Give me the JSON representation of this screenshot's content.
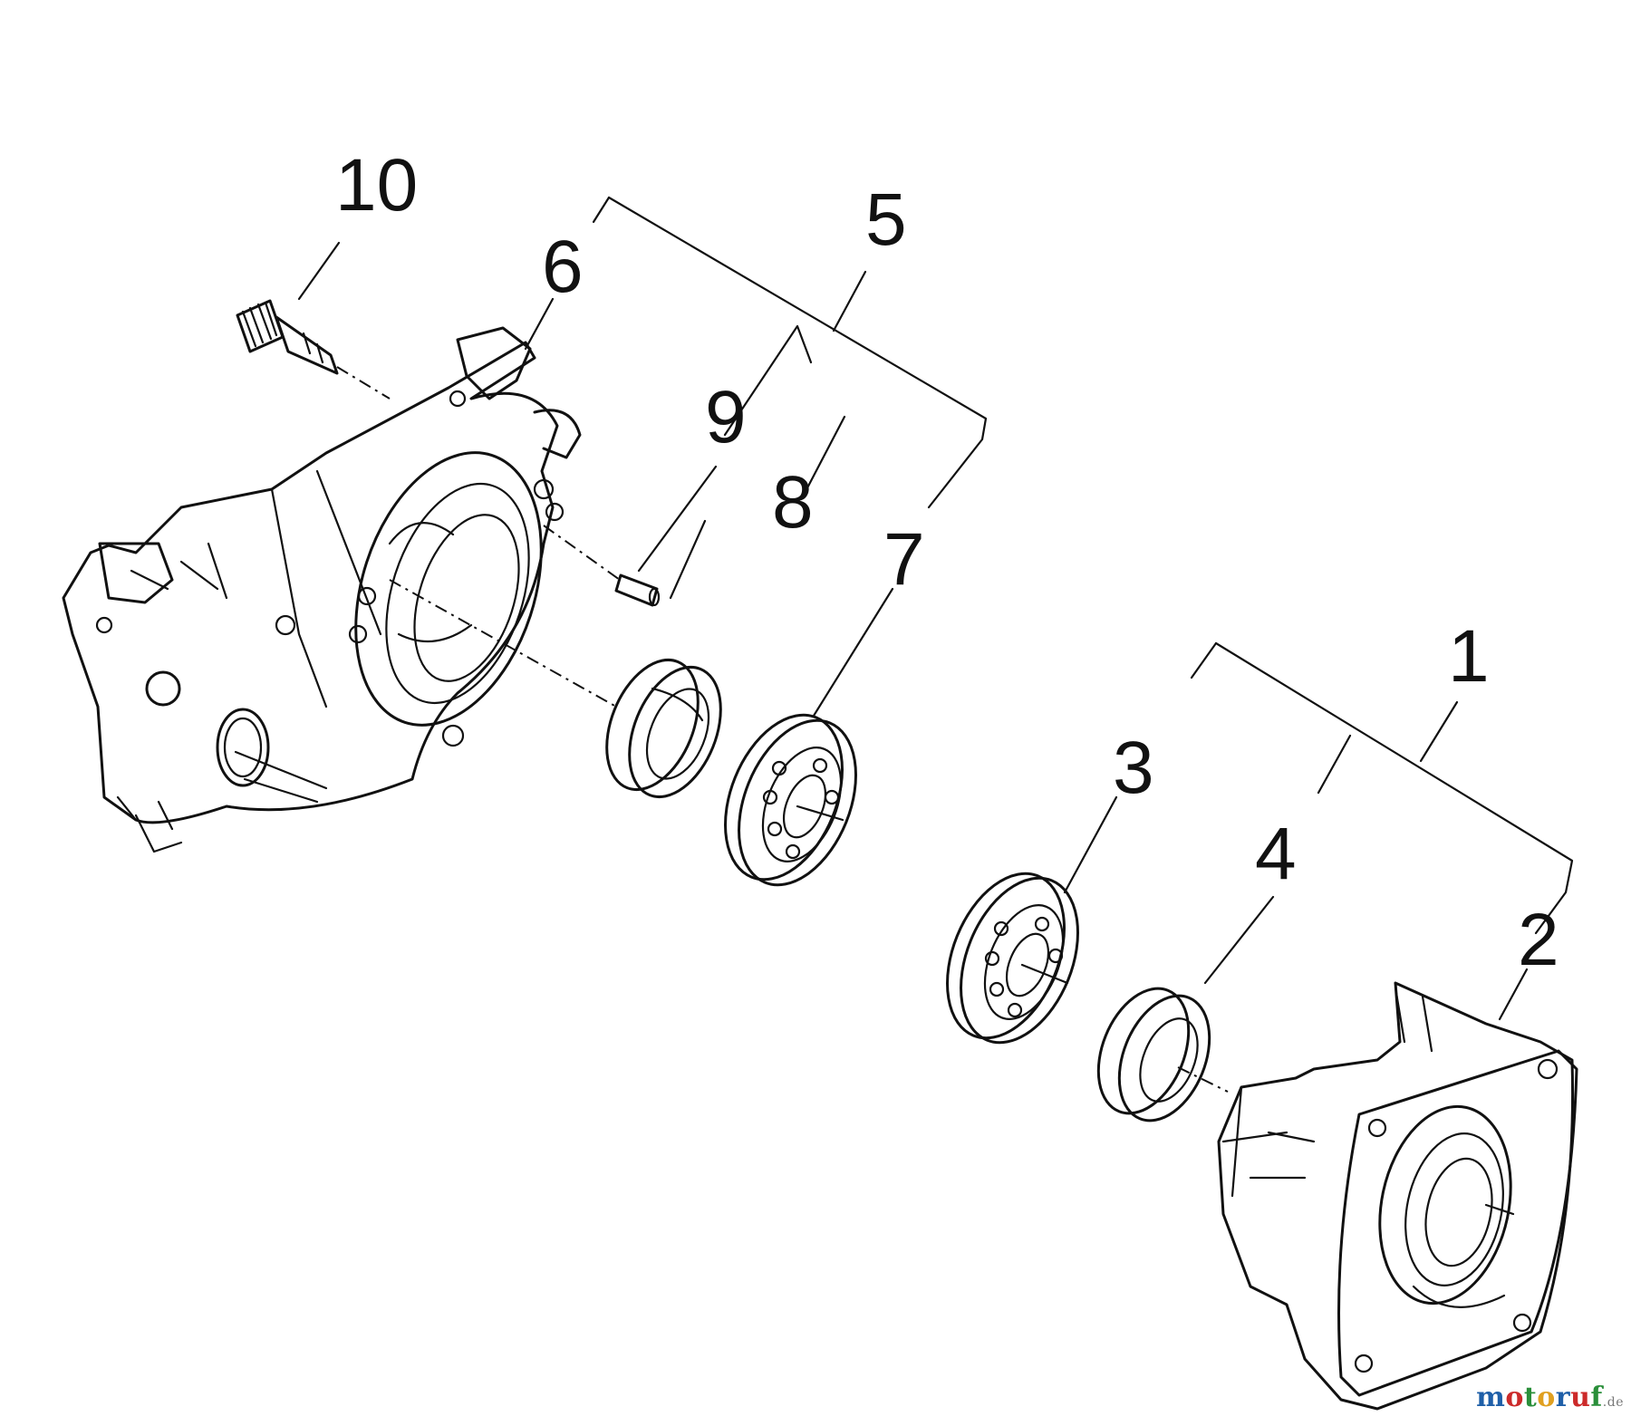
{
  "callouts": {
    "c1": "1",
    "c2": "2",
    "c3": "3",
    "c4": "4",
    "c5": "5",
    "c6": "6",
    "c7": "7",
    "c8": "8",
    "c9": "9",
    "c10": "10"
  },
  "watermark": {
    "letters": [
      "m",
      "o",
      "t",
      "o",
      "r",
      "u",
      "f"
    ],
    "tld": ".de",
    "colors": [
      "#1f5fa8",
      "#cc2a2a",
      "#2a8f3a",
      "#e0a020",
      "#1f5fa8",
      "#cc2a2a",
      "#2a8f3a"
    ]
  },
  "palette": {
    "ink": "#111111",
    "paper": "#ffffff"
  }
}
